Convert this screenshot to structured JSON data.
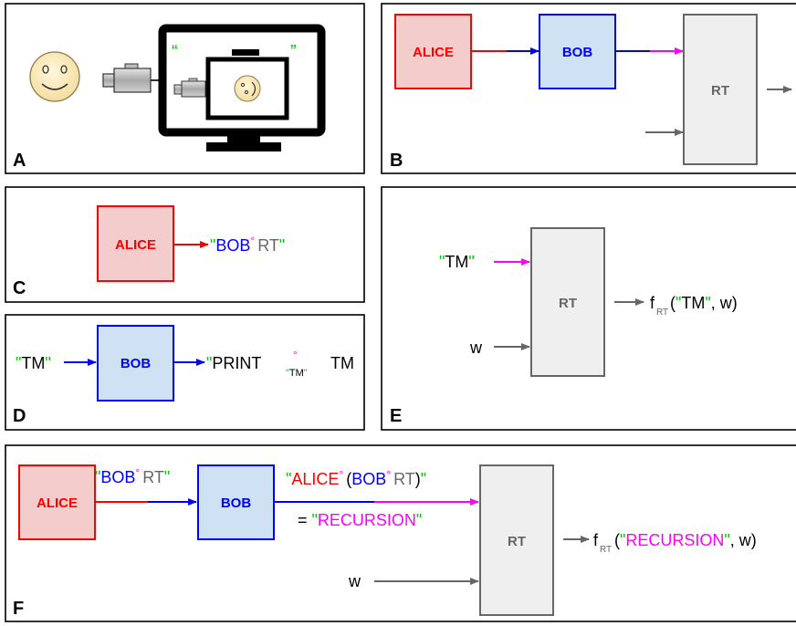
{
  "panel_labels": {
    "a": "A",
    "b": "B",
    "c": "C",
    "d": "D",
    "e": "E",
    "f": "F"
  },
  "boxes": {
    "alice": "ALICE",
    "bob": "BOB",
    "rt": "RT"
  },
  "quotes": {
    "open": "“",
    "close": "”"
  },
  "text": {
    "q": "\"",
    "bob": "BOB",
    "compose": "°",
    "rt": "RT",
    "tm": "TM",
    "print": "PRINT",
    "alice": "ALICE",
    "lparen": "(",
    "rparen": ")",
    "equals": "= ",
    "recursion": "RECURSION",
    "w": "w",
    "f": "f",
    "rt_sub": "RT",
    "open_paren_only": "(",
    "comma_w": ", w)"
  },
  "colors": {
    "alice_stroke": "#ff0000",
    "alice_fill": "#f4cccc",
    "bob_stroke": "#0000ff",
    "bob_fill": "#cfe2f3",
    "rt_stroke": "#666666",
    "rt_fill": "#efefef",
    "magenta": "#ff00ff",
    "quote_green": "#00cc00",
    "gray": "#666666"
  },
  "icons": [
    "smiley-face-icon",
    "video-camera-icon",
    "monitor-icon"
  ]
}
